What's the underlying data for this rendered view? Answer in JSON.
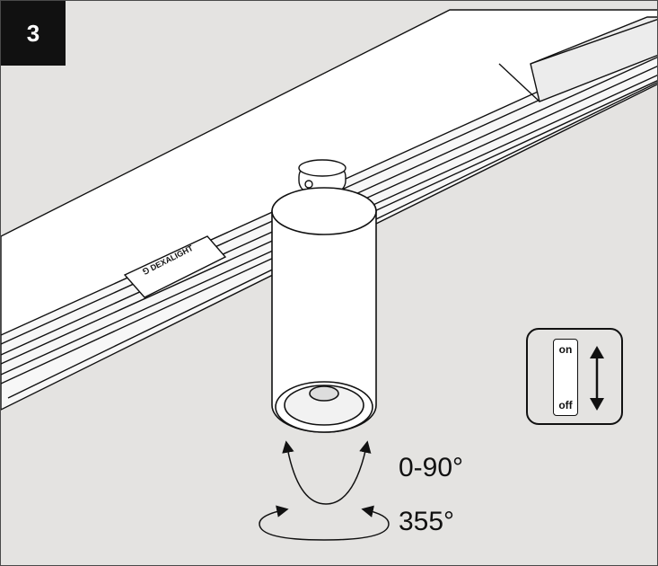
{
  "step": {
    "number": "3"
  },
  "fixture": {
    "brand_label": "DEXALIGHT",
    "brand_mark": "⅁"
  },
  "rotation": {
    "tilt": {
      "label": "0-90°",
      "min_deg": 0,
      "max_deg": 90
    },
    "rotate": {
      "label": "355°",
      "deg": 355
    }
  },
  "switch": {
    "on_label": "on",
    "off_label": "off"
  },
  "colors": {
    "background": "#e4e3e1",
    "line": "#111111",
    "badge": "#111111",
    "surface": "#ffffff"
  }
}
